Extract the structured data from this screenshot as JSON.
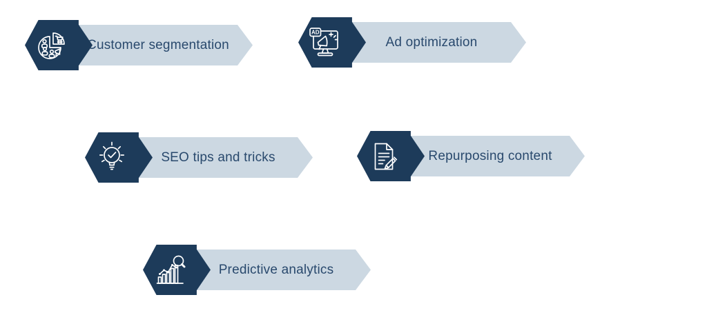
{
  "colors": {
    "bg": "#ffffff",
    "badge": "#1d3b5a",
    "banner": "#ccd8e2",
    "label": "#29496d",
    "icon": "#ffffff"
  },
  "items": [
    {
      "label": "Customer segmentation",
      "icon": "pie-chart-segmentation-icon"
    },
    {
      "label": "Ad optimization",
      "icon": "ad-monitor-megaphone-icon",
      "icon_text": "AD"
    },
    {
      "label": "SEO tips and tricks",
      "icon": "lightbulb-check-icon"
    },
    {
      "label": "Repurposing content",
      "icon": "document-pencil-icon"
    },
    {
      "label": "Predictive analytics",
      "icon": "bar-chart-magnifier-icon"
    }
  ]
}
